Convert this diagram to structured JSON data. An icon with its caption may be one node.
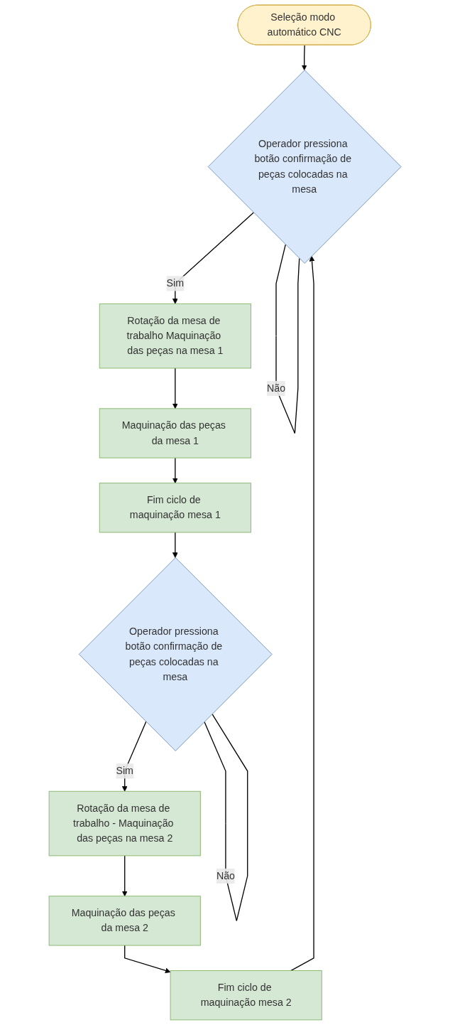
{
  "diagram": {
    "nodes": [
      {
        "text": [
          "Seleção modo automático CNC"
        ]
      },
      {
        "text": [
          "Operador pressiona botão confirmação de peças colocadas na mesa"
        ]
      },
      {
        "text": [
          "Rotação da mesa de trabalho Maquinação das peças na mesa 1"
        ]
      },
      {
        "text": [
          "Maquinação das peças da mesa 1"
        ]
      },
      {
        "text": [
          "Fim ciclo de maquinação mesa 1"
        ]
      },
      {
        "text": [
          "Operador pressiona botão confirmação de peças colocadas na mesa"
        ]
      },
      {
        "text": [
          "Rotação da mesa de trabalho - Maquinação das peças na mesa 2"
        ]
      },
      {
        "text": [
          "Maquinação das peças da mesa 2"
        ]
      },
      {
        "text": [
          "Fim ciclo de maquinação mesa 2"
        ]
      }
    ],
    "edges": [
      {
        "from": 0,
        "to": 1,
        "arrow": "to"
      },
      {
        "from": 1,
        "to": 1,
        "label": "Não",
        "arrow": "none"
      },
      {
        "from": 1,
        "to": 2,
        "label": "Sim",
        "arrow": "to"
      },
      {
        "from": 2,
        "to": 3,
        "arrow": "to"
      },
      {
        "from": 3,
        "to": 4,
        "arrow": "to"
      },
      {
        "from": 4,
        "to": 5,
        "arrow": "to"
      },
      {
        "from": 5,
        "to": 5,
        "label": "Não",
        "arrow": "none"
      },
      {
        "from": 5,
        "to": 6,
        "label": "Sim",
        "arrow": "to"
      },
      {
        "from": 6,
        "to": 7,
        "arrow": "to"
      },
      {
        "from": 7,
        "to": 8,
        "arrow": "to"
      },
      {
        "from": 8,
        "to": 1,
        "arrow": "to"
      }
    ]
  }
}
